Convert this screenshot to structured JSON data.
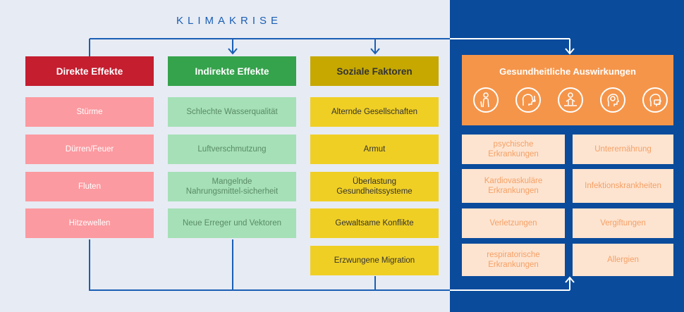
{
  "title": "KLIMAKRISE",
  "columns": {
    "direct": {
      "header": "Direkte Effekte",
      "items": [
        "Stürme",
        "Dürren/Feuer",
        "Fluten",
        "Hitzewellen"
      ]
    },
    "indirect": {
      "header": "Indirekte Effekte",
      "items": [
        "Schlechte Wasserqualität",
        "Luftverschmutzung",
        "Mangelnde Nahrungsmittel-sicherheit",
        "Neue Erreger und Vektoren"
      ]
    },
    "social": {
      "header": "Soziale Faktoren",
      "items": [
        "Alternde Gesellschaften",
        "Armut",
        "Überlastung Gesundheitssysteme",
        "Gewaltsame Konflikte",
        "Erzwungene Migration"
      ]
    },
    "health": {
      "header": "Gesundheitliche Auswirkungen",
      "icons": [
        "person-with-cane-icon",
        "head-fever-icon",
        "person-first-aid-icon",
        "brain-head-icon",
        "masked-head-icon"
      ],
      "items_left": [
        "psychische Erkrankungen",
        "Kardiovaskuläre Erkrankungen",
        "Verletzungen",
        "respiratorische Erkrankungen"
      ],
      "items_right": [
        "Unterernährung",
        "Infektionskrankheiten",
        "Vergiftungen",
        "Allergien"
      ]
    }
  },
  "colors": {
    "left_background": "#e7ebf4",
    "right_background": "#0a4b9c",
    "direct_header": "#c41e2f",
    "indirect_header": "#35a24c",
    "social_header": "#c6a800",
    "health_header": "#f5954a",
    "arrow": "#1a5fb4"
  }
}
